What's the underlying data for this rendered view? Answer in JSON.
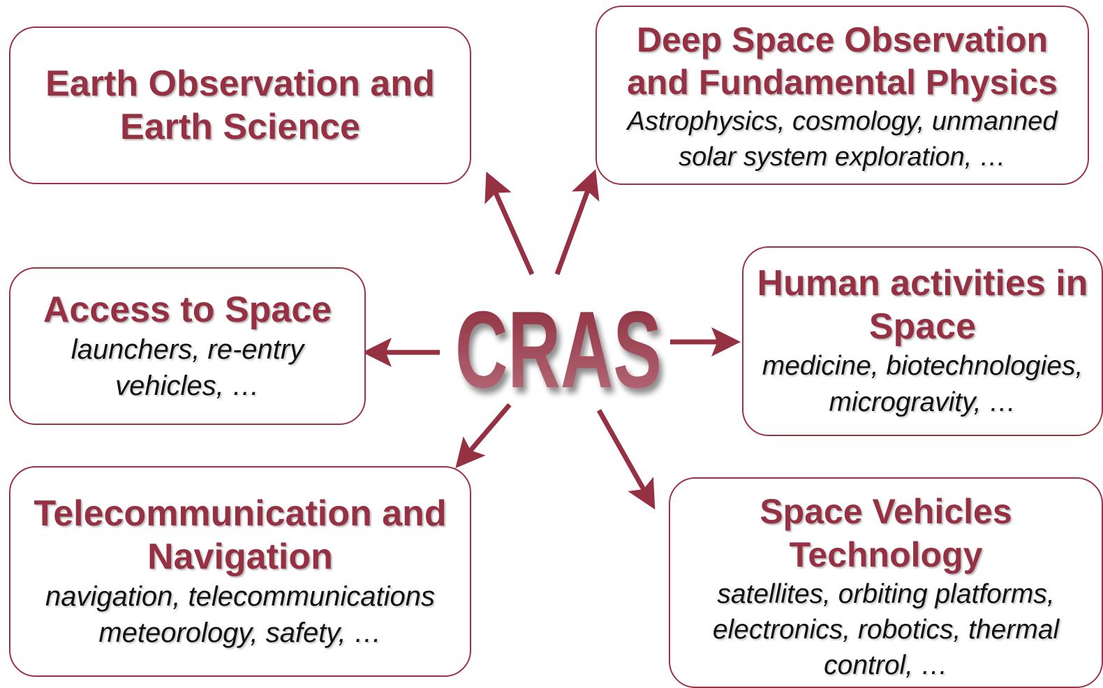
{
  "center": {
    "label": "CRAS"
  },
  "boxes": {
    "earth": {
      "title_lines": [
        "Earth Observation and",
        "Earth Science"
      ]
    },
    "deep_space": {
      "title_lines": [
        "Deep Space Observation",
        "and Fundamental Physics"
      ],
      "subtitle_lines": [
        "Astrophysics, cosmology, unmanned",
        "solar system exploration, …"
      ]
    },
    "access": {
      "title_lines": [
        "Access to Space"
      ],
      "subtitle_lines": [
        "launchers, re-entry",
        "vehicles, …"
      ]
    },
    "human": {
      "title_lines": [
        "Human activities in",
        "Space"
      ],
      "subtitle_lines": [
        "medicine, biotechnologies,",
        "microgravity, …"
      ]
    },
    "telecom": {
      "title_lines": [
        "Telecommunication and",
        "Navigation"
      ],
      "subtitle_lines": [
        "navigation, telecommunications",
        "meteorology, safety, …"
      ]
    },
    "vehicles": {
      "title_lines": [
        "Space Vehicles",
        "Technology"
      ],
      "subtitle_lines": [
        "satellites, orbiting platforms,",
        "electronics, robotics, thermal",
        "control, …"
      ]
    }
  },
  "colors": {
    "accent": "#963143",
    "border": "#9a3345",
    "arrow": "#963143",
    "subtitle_text": "#111111",
    "logo_top": "#8b2a3a",
    "logo_bottom": "#b8707e"
  }
}
